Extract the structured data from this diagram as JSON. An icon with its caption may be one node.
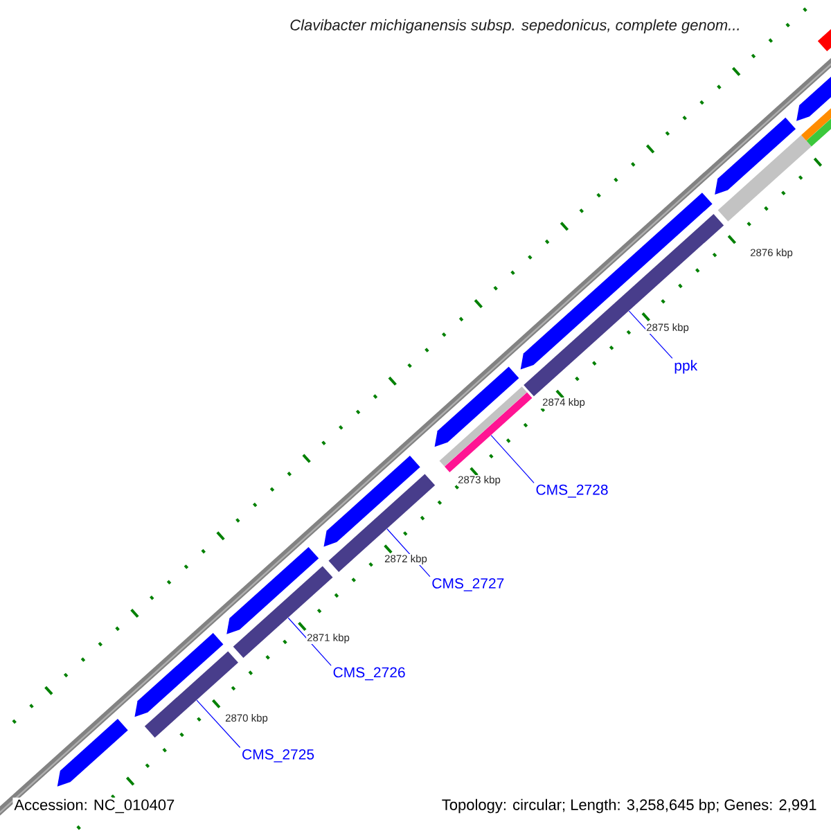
{
  "diagram": {
    "title": "Clavibacter michiganensis subsp. sepedonicus, complete genom...",
    "nodes": [
      {
        "text": [
          "ppk"
        ]
      },
      {
        "text": [
          "CMS_2728"
        ]
      },
      {
        "text": [
          "CMS_2727"
        ]
      },
      {
        "text": [
          "CMS_2726"
        ]
      },
      {
        "text": [
          "CMS_2725"
        ]
      },
      {
        "text": [],
        "shape": "bar"
      },
      {
        "text": [],
        "shape": "bar"
      },
      {
        "text": [],
        "shape": "bar"
      },
      {
        "text": [],
        "shape": "bar"
      },
      {
        "text": [],
        "shape": "bar"
      }
    ],
    "edges": [
      {
        "from": 0,
        "to": 5,
        "arrow": "none"
      },
      {
        "from": 1,
        "to": 6,
        "arrow": "none"
      },
      {
        "from": 2,
        "to": 7,
        "arrow": "none"
      },
      {
        "from": 3,
        "to": 8,
        "arrow": "none"
      },
      {
        "from": 4,
        "to": 9,
        "arrow": "none"
      }
    ],
    "labels": [
      "2876 kbp",
      "2875 kbp",
      "2874 kbp",
      "2873 kbp",
      "2872 kbp",
      "2871 kbp",
      "2870 kbp",
      "Accession: NC_010407",
      "Topology: circular; Length: 3,258,645 bp; Genes: 2,991"
    ]
  }
}
